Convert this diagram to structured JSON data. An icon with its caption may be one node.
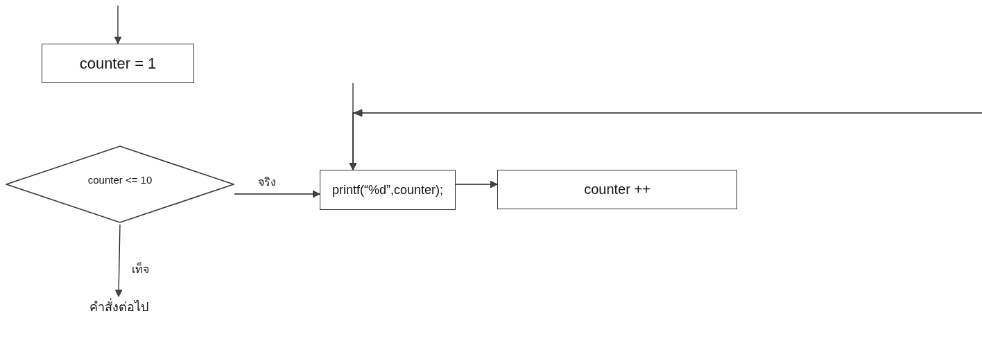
{
  "diagram": {
    "nodes": [
      {
        "text": [
          "counter = 1"
        ]
      },
      {
        "text": [
          "counter <= 10"
        ]
      },
      {
        "text": [
          "printf(“%d”,counter);"
        ]
      },
      {
        "text": [
          "counter ++"
        ]
      },
      {
        "text": [
          "คำสั่งต่อไป"
        ]
      }
    ],
    "edges": [
      {
        "from": null,
        "to": 0,
        "arrow": "to"
      },
      {
        "from": 1,
        "to": 2,
        "arrow": "to",
        "label": "จริง"
      },
      {
        "from": 2,
        "to": 3,
        "arrow": "to"
      },
      {
        "from": null,
        "to": 2,
        "arrow": "to"
      },
      {
        "from": null,
        "to": 2,
        "arrow": "to"
      },
      {
        "from": 1,
        "to": 4,
        "arrow": "to",
        "label": "เท็จ"
      }
    ]
  }
}
